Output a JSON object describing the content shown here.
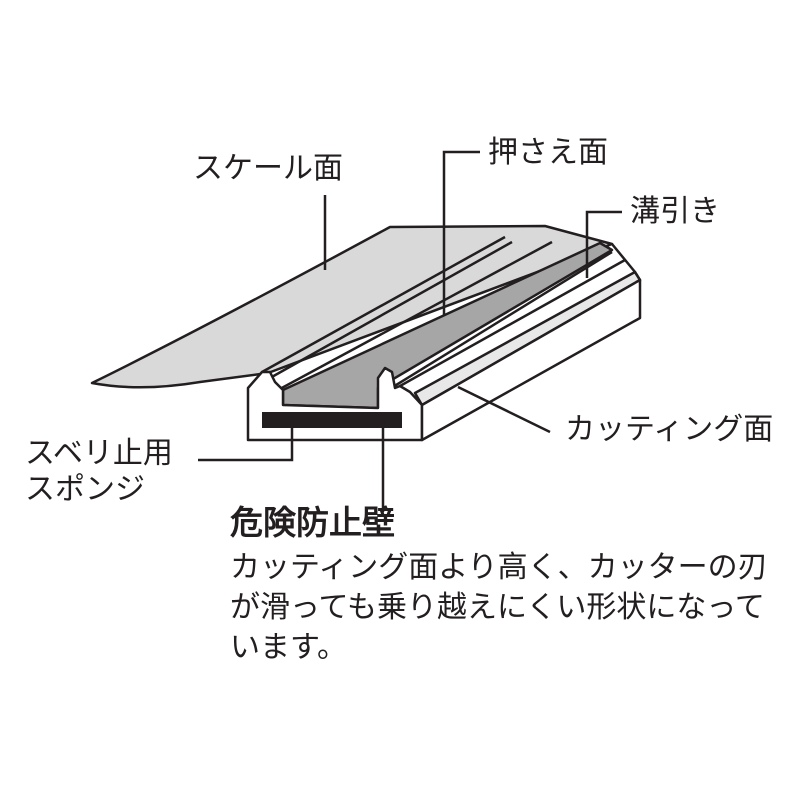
{
  "labels": {
    "scale_face": "スケール面",
    "press_face": "押さえ面",
    "groove": "溝引き",
    "cutting_face": "カッティング面",
    "non_slip_sponge_line1": "スベリ止用",
    "non_slip_sponge_line2": "スポンジ"
  },
  "danger_wall": {
    "title": "危険防止壁",
    "description_lines": [
      "カッティング面より高く、カッターの刃",
      "が滑っても乗り越えにくい形状になって",
      "います。"
    ]
  },
  "colors": {
    "outline": "#231f20",
    "scale_surface": "#d9d9d9",
    "press_surface": "#a6a6a6",
    "edge_surface": "#e8e8e8",
    "sponge": "#231f20"
  }
}
